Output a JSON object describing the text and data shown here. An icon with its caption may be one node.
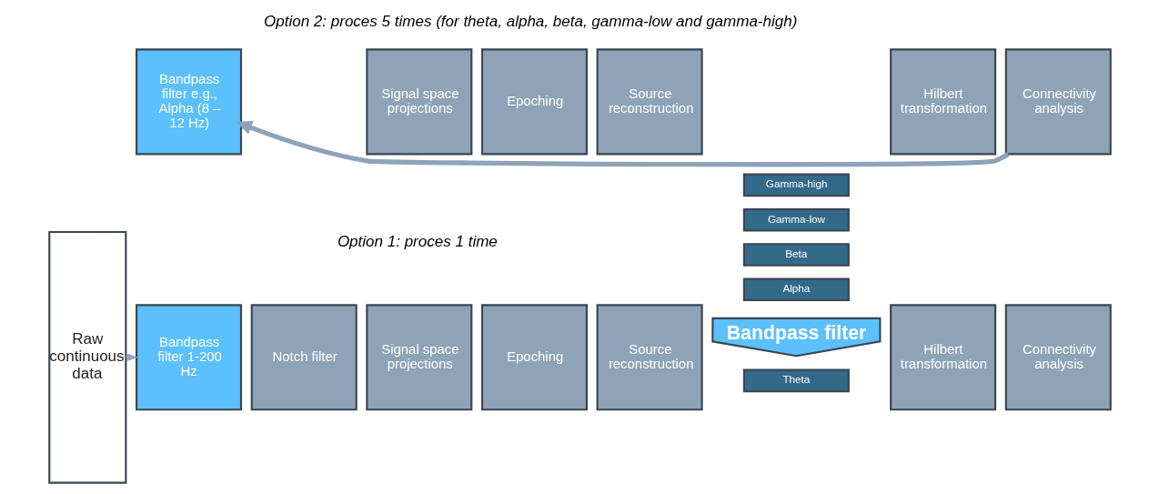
{
  "diagram": {
    "nodes": [
      {
        "text": [
          "Raw continuous data"
        ]
      },
      {
        "text": [
          "Bandpass filter 1-200 Hz"
        ]
      },
      {
        "text": [
          "Notch filter"
        ]
      },
      {
        "text": [
          "Signal space projections"
        ]
      },
      {
        "text": [
          "Epoching"
        ]
      },
      {
        "text": [
          "Source reconstruction"
        ]
      },
      {
        "text": [
          "Bandpass filter"
        ]
      },
      {
        "text": [
          "Theta"
        ]
      },
      {
        "text": [
          "Alpha"
        ]
      },
      {
        "text": [
          "Beta"
        ]
      },
      {
        "text": [
          "Gamma-low"
        ]
      },
      {
        "text": [
          "Gamma-high"
        ]
      },
      {
        "text": [
          "Hilbert transformation"
        ]
      },
      {
        "text": [
          "Connectivity analysis"
        ]
      },
      {
        "text": [
          "Bandpass filter e.g., Alpha (8 – 12 Hz)"
        ]
      },
      {
        "text": [
          "Signal space projections"
        ]
      },
      {
        "text": [
          "Epoching"
        ]
      },
      {
        "text": [
          "Source reconstruction"
        ]
      },
      {
        "text": [
          "Hilbert transformation"
        ]
      },
      {
        "text": [
          "Connectivity analysis"
        ]
      }
    ],
    "edges": [
      {
        "from": 0,
        "to": 1,
        "arrow": "to"
      },
      {
        "from": 19,
        "to": 14,
        "arrow": "to",
        "style": "thick"
      }
    ],
    "labels": [
      "Option 1: proces 1 time",
      "Option 2: proces 5 times (for theta, alpha, beta, gamma-low and gamma-high)"
    ]
  }
}
